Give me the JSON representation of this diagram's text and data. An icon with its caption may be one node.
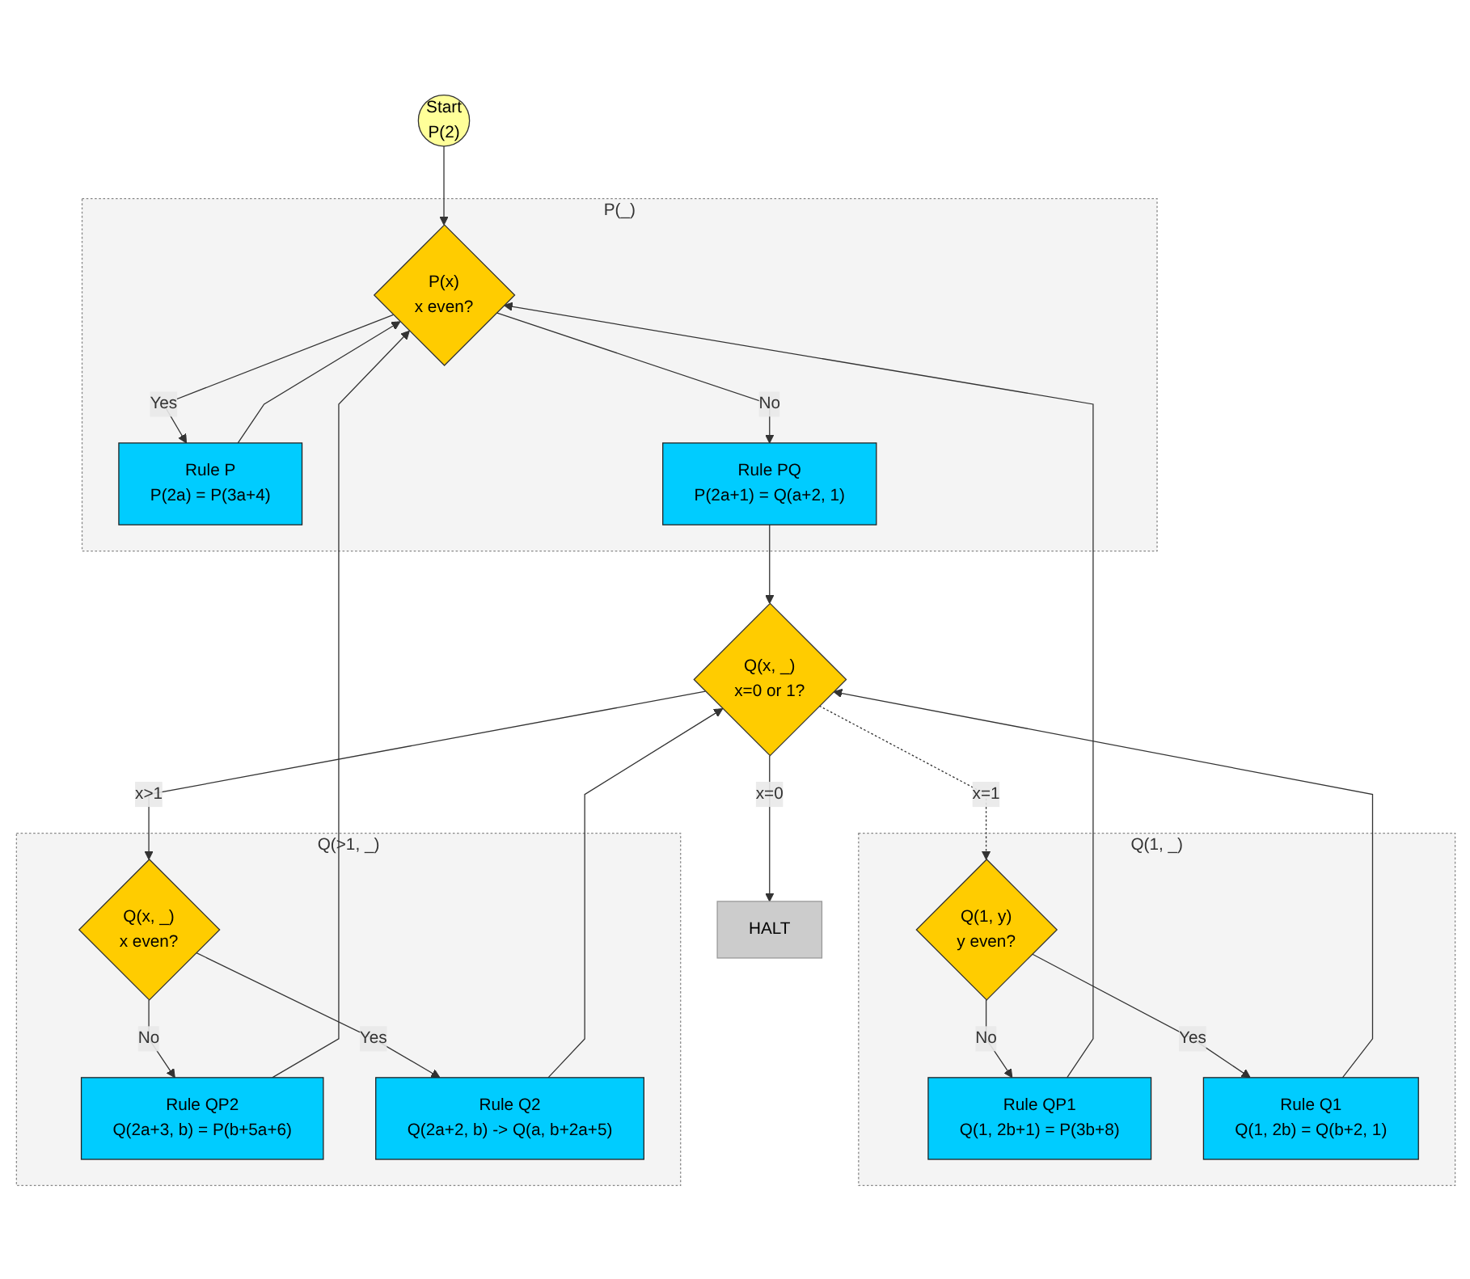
{
  "diagram": {
    "nodes": [
      {
        "text": [
          "Start",
          "P(2)"
        ]
      },
      {
        "text": [
          "P(_)"
        ]
      },
      {
        "text": [
          "P(x)",
          "x even?"
        ],
        "in": 1
      },
      {
        "text": [
          "Rule P",
          "P(2a) = P(3a+4)"
        ],
        "in": 1
      },
      {
        "text": [
          "Rule PQ",
          "P(2a+1) = Q(a+2, 1)"
        ],
        "in": 1
      },
      {
        "text": [
          "Q(x, _)",
          "x=0 or 1?"
        ]
      },
      {
        "text": [
          "Q(1, _)"
        ]
      },
      {
        "text": [
          "Q(1, y)",
          "y even?"
        ],
        "in": 6
      },
      {
        "text": [
          "Rule QP1",
          "Q(1, 2b+1) = P(3b+8)"
        ],
        "in": 6
      },
      {
        "text": [
          "Rule Q1",
          "Q(1, 2b) = Q(b+2, 1)"
        ],
        "in": 6
      },
      {
        "text": [
          "Q(>1, _)"
        ]
      },
      {
        "text": [
          "Q(x, _)",
          "x even?"
        ],
        "in": 10
      },
      {
        "text": [
          "Rule QP2",
          "Q(2a+3, b) = P(b+5a+6)"
        ],
        "in": 10
      },
      {
        "text": [
          "Rule Q2",
          "Q(2a+2, b) -> Q(a, b+2a+5)"
        ],
        "in": 10
      },
      {
        "text": [
          "HALT"
        ]
      }
    ],
    "edges": [
      {
        "from": 0,
        "to": 2,
        "arrow": "to"
      },
      {
        "from": 2,
        "to": 3,
        "arrow": "to",
        "label": "Yes"
      },
      {
        "from": 2,
        "to": 4,
        "arrow": "to",
        "label": "No"
      },
      {
        "from": 3,
        "to": 2,
        "arrow": "to"
      },
      {
        "from": 4,
        "to": 5,
        "arrow": "to"
      },
      {
        "from": 5,
        "to": 7,
        "arrow": "to",
        "label": "x=1",
        "style": "dashed"
      },
      {
        "from": 5,
        "to": 11,
        "arrow": "to",
        "label": "x>1"
      },
      {
        "from": 5,
        "to": 14,
        "arrow": "to",
        "label": "x=0"
      },
      {
        "from": 7,
        "to": 8,
        "arrow": "to",
        "label": "No"
      },
      {
        "from": 7,
        "to": 9,
        "arrow": "to",
        "label": "Yes"
      },
      {
        "from": 8,
        "to": 2,
        "arrow": "to"
      },
      {
        "from": 9,
        "to": 5,
        "arrow": "to"
      },
      {
        "from": 11,
        "to": 12,
        "arrow": "to",
        "label": "No"
      },
      {
        "from": 11,
        "to": 13,
        "arrow": "to",
        "label": "Yes"
      },
      {
        "from": 12,
        "to": 2,
        "arrow": "to"
      },
      {
        "from": 13,
        "to": 5,
        "arrow": "to"
      }
    ]
  }
}
